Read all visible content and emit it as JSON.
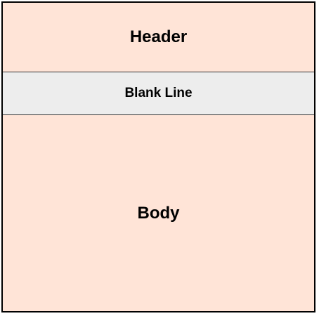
{
  "sections": {
    "header": {
      "label": "Header",
      "fill": "#FFE4D7"
    },
    "blank_line": {
      "label": "Blank Line",
      "fill": "#EDEDED"
    },
    "body": {
      "label": "Body",
      "fill": "#FFE4D7"
    }
  }
}
